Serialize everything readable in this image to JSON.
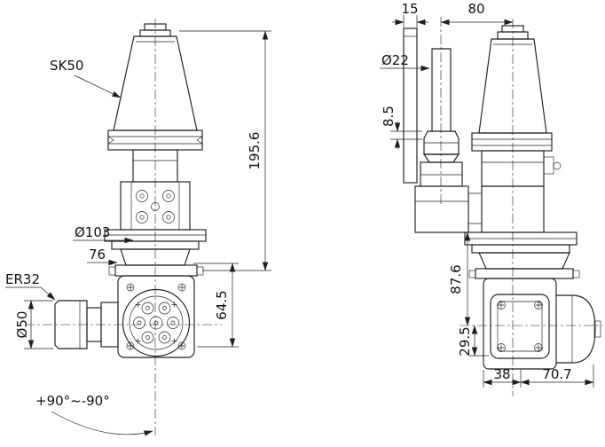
{
  "drawing": {
    "front_view": {
      "taper_label": "SK50",
      "collet_label": "ER32",
      "flange_diameter": "Ø103",
      "flange_width": "76",
      "nut_diameter": "Ø50",
      "overall_length": "195.6",
      "head_offset": "64.5",
      "swivel_range": "+90°~-90°"
    },
    "side_view": {
      "arm_width": "15",
      "axis_offset": "80",
      "tool_diameter": "Ø22",
      "gap": "8.5",
      "body_height": "87.6",
      "center_height": "29.5",
      "base_width": "38",
      "body_width": "70.7"
    }
  }
}
